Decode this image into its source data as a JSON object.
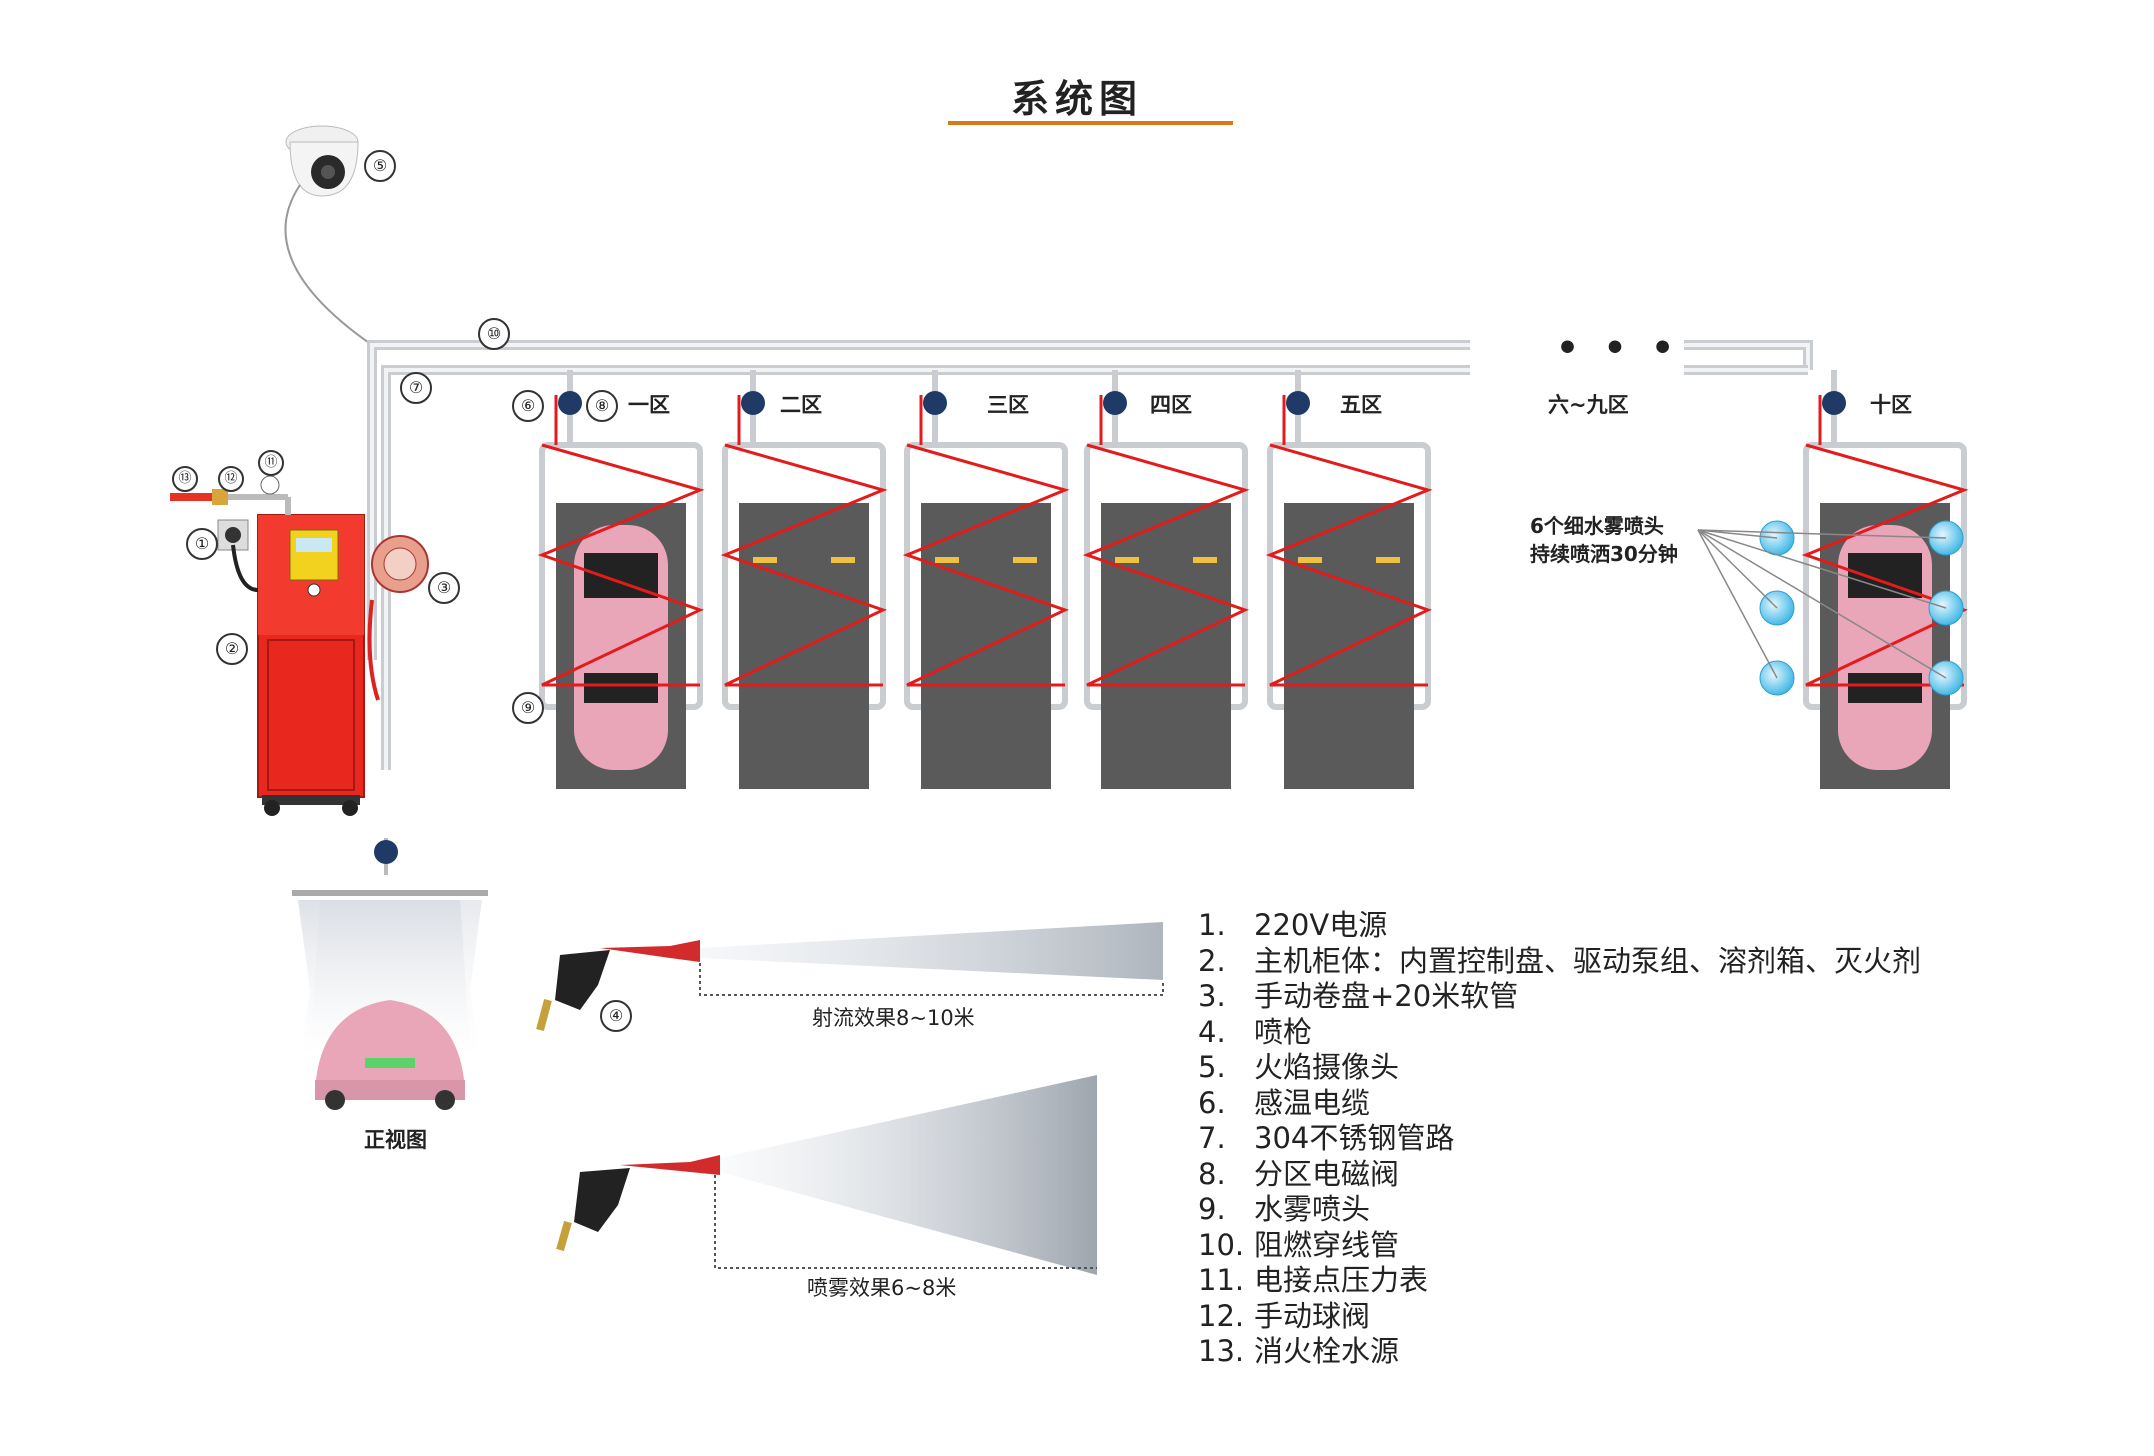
{
  "title": "系统图",
  "zones": [
    "一区",
    "二区",
    "三区",
    "四区",
    "五区",
    "六~九区",
    "十区"
  ],
  "callouts": [
    "①",
    "②",
    "③",
    "④",
    "⑤",
    "⑥",
    "⑦",
    "⑧",
    "⑨",
    "⑩",
    "⑪",
    "⑫",
    "⑬"
  ],
  "nozzle_note": [
    "6个细水雾喷头",
    "持续喷洒30分钟"
  ],
  "front_view_label": "正视图",
  "jet_label": "射流效果8~10米",
  "mist_label": "喷雾效果6~8米",
  "legend": [
    {
      "n": "1.",
      "text": "220V电源"
    },
    {
      "n": "2.",
      "text": "主机柜体：内置控制盘、驱动泵组、溶剂箱、灭火剂"
    },
    {
      "n": "3.",
      "text": "手动卷盘+20米软管"
    },
    {
      "n": "4.",
      "text": "喷枪"
    },
    {
      "n": "5.",
      "text": "火焰摄像头"
    },
    {
      "n": "6.",
      "text": "感温电缆"
    },
    {
      "n": "7.",
      "text": "304不锈钢管路"
    },
    {
      "n": "8.",
      "text": "分区电磁阀"
    },
    {
      "n": "9.",
      "text": "水雾喷头"
    },
    {
      "n": "10.",
      "text": "阻燃穿线管"
    },
    {
      "n": "11.",
      "text": "电接点压力表"
    },
    {
      "n": "12.",
      "text": "手动球阀"
    },
    {
      "n": "13.",
      "text": "消火栓水源"
    }
  ],
  "colors": {
    "accent": "#d97a1a",
    "cable": "#e31b1b",
    "cabinet": "#e8281e",
    "pipe": "#c9ccd1",
    "bay": "#5a5a5a",
    "car": "#e9a6b9",
    "nozzle": "#7fd3f2"
  }
}
